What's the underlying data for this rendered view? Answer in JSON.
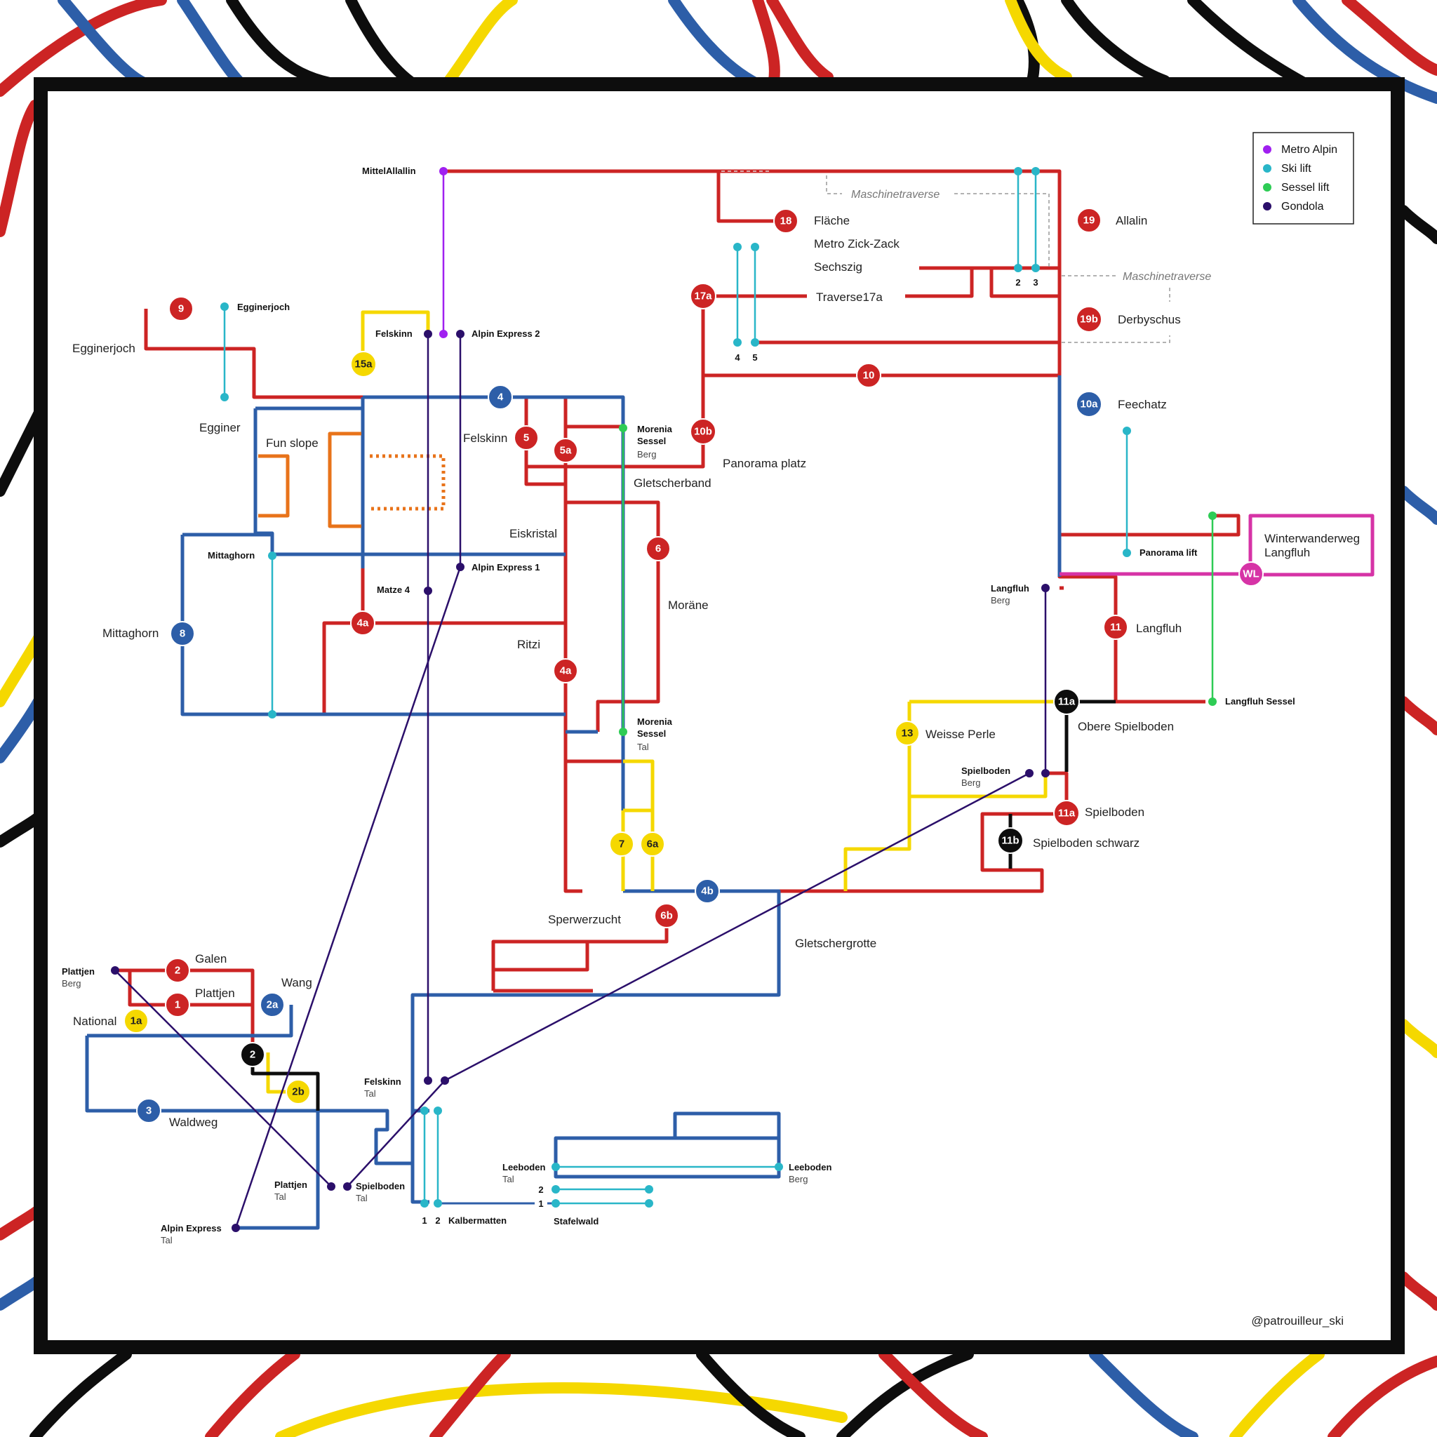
{
  "colors": {
    "red": "#cc2424",
    "blue": "#2d5ea8",
    "yellow": "#f5d800",
    "black": "#0d0d0d",
    "cyan": "#29b6c8",
    "green": "#2ecc55",
    "purple": "#a020f0",
    "gondola": "#2b0f6a",
    "orange": "#e8731a",
    "magenta": "#d633a6",
    "grey": "#999999"
  },
  "legend": {
    "items": [
      {
        "label": "Metro Alpin",
        "color": "#a020f0"
      },
      {
        "label": "Ski lift",
        "color": "#29b6c8"
      },
      {
        "label": "Sessel lift",
        "color": "#2ecc55"
      },
      {
        "label": "Gondola",
        "color": "#2b0f6a"
      }
    ]
  },
  "credit": "@patrouilleur_ski",
  "badges": [
    {
      "id": "9",
      "color": "red"
    },
    {
      "id": "15a",
      "color": "yellow"
    },
    {
      "id": "4",
      "color": "blue"
    },
    {
      "id": "5",
      "color": "red"
    },
    {
      "id": "5a",
      "color": "red"
    },
    {
      "id": "10b",
      "color": "red"
    },
    {
      "id": "17a",
      "color": "red"
    },
    {
      "id": "18",
      "color": "red"
    },
    {
      "id": "19",
      "color": "red"
    },
    {
      "id": "19b",
      "color": "red"
    },
    {
      "id": "10",
      "color": "red"
    },
    {
      "id": "10a",
      "color": "blue"
    },
    {
      "id": "6",
      "color": "red"
    },
    {
      "id": "4a",
      "color": "red"
    },
    {
      "id": "4a",
      "color": "red"
    },
    {
      "id": "8",
      "color": "blue"
    },
    {
      "id": "WL",
      "color": "magenta"
    },
    {
      "id": "11",
      "color": "red"
    },
    {
      "id": "11a",
      "color": "black"
    },
    {
      "id": "13",
      "color": "yellow"
    },
    {
      "id": "11a",
      "color": "red"
    },
    {
      "id": "11b",
      "color": "black"
    },
    {
      "id": "7",
      "color": "yellow"
    },
    {
      "id": "6a",
      "color": "yellow"
    },
    {
      "id": "4b",
      "color": "blue"
    },
    {
      "id": "6b",
      "color": "red"
    },
    {
      "id": "2",
      "color": "red"
    },
    {
      "id": "1",
      "color": "red"
    },
    {
      "id": "1a",
      "color": "yellow"
    },
    {
      "id": "2a",
      "color": "blue"
    },
    {
      "id": "2",
      "color": "black"
    },
    {
      "id": "2b",
      "color": "yellow"
    },
    {
      "id": "3",
      "color": "blue"
    }
  ],
  "labels": {
    "mittelallalin": "MittelAllallin",
    "flaeche": "Fläche",
    "metro_zick_zack": "Metro Zick-Zack",
    "sechszig": "Sechszig",
    "traverse17a": "Traverse17a",
    "maschinetraverse_top": "Maschinetraverse",
    "maschinetraverse_right": "Maschinetraverse",
    "allalin": "Allalin",
    "derbyschus": "Derbyschus",
    "feechatz": "Feechatz",
    "egginerjoch_top": "Egginerjoch",
    "egginerjoch_left": "Egginerjoch",
    "egginer": "Egginer",
    "fun_slope": "Fun slope",
    "felskinn_top": "Felskinn",
    "alpin_express_2": "Alpin Express 2",
    "felskinn_mid": "Felskinn",
    "morenia_sessel_berg_1": "Morenia",
    "morenia_sessel_berg_2": "Sessel",
    "morenia_sessel_berg_3": "Berg",
    "panorama_platz": "Panorama platz",
    "gletscherband": "Gletscherband",
    "eiskristal": "Eiskristal",
    "mittaghorn_top": "Mittaghorn",
    "alpin_express_1": "Alpin Express 1",
    "matze4": "Matze 4",
    "mittaghorn_left": "Mittaghorn",
    "morane": "Moräne",
    "ritzi": "Ritzi",
    "morenia_sessel_tal_1": "Morenia",
    "morenia_sessel_tal_2": "Sessel",
    "morenia_sessel_tal_3": "Tal",
    "winterwanderweg_1": "Winterwanderweg",
    "winterwanderweg_2": "Langfluh",
    "panorama_lift": "Panorama lift",
    "langfluh_berg_1": "Langfluh",
    "langfluh_berg_2": "Berg",
    "langfluh": "Langfluh",
    "langfluh_sessel": "Langfluh Sessel",
    "obere_spielboden": "Obere Spielboden",
    "weisse_perle": "Weisse Perle",
    "spielboden_berg_1": "Spielboden",
    "spielboden_berg_2": "Berg",
    "spielboden": "Spielboden",
    "spielboden_schwarz": "Spielboden schwarz",
    "sperwerzucht": "Sperwerzucht",
    "gletschergrotte": "Gletschergrotte",
    "plattjen_berg_1": "Plattjen",
    "plattjen_berg_2": "Berg",
    "galen": "Galen",
    "plattjen": "Plattjen",
    "wang": "Wang",
    "national": "National",
    "waldweg": "Waldweg",
    "felskinn_tal_1": "Felskinn",
    "felskinn_tal_2": "Tal",
    "plattjen_tal_1": "Plattjen",
    "plattjen_tal_2": "Tal",
    "spielboden_tal_1": "Spielboden",
    "spielboden_tal_2": "Tal",
    "alpin_express_tal_1": "Alpin Express",
    "alpin_express_tal_2": "Tal",
    "kalbermatten": "Kalbermatten",
    "leeboden_tal_1": "Leeboden",
    "leeboden_tal_2": "Tal",
    "leeboden_berg_1": "Leeboden",
    "leeboden_berg_2": "Berg",
    "stafelwald": "Stafelwald"
  },
  "lift_numbers": {
    "n2_top": "2",
    "n3_top": "3",
    "n4_mid": "4",
    "n5_mid": "5",
    "k1": "1",
    "k2": "2",
    "s2": "2",
    "s1": "1"
  }
}
